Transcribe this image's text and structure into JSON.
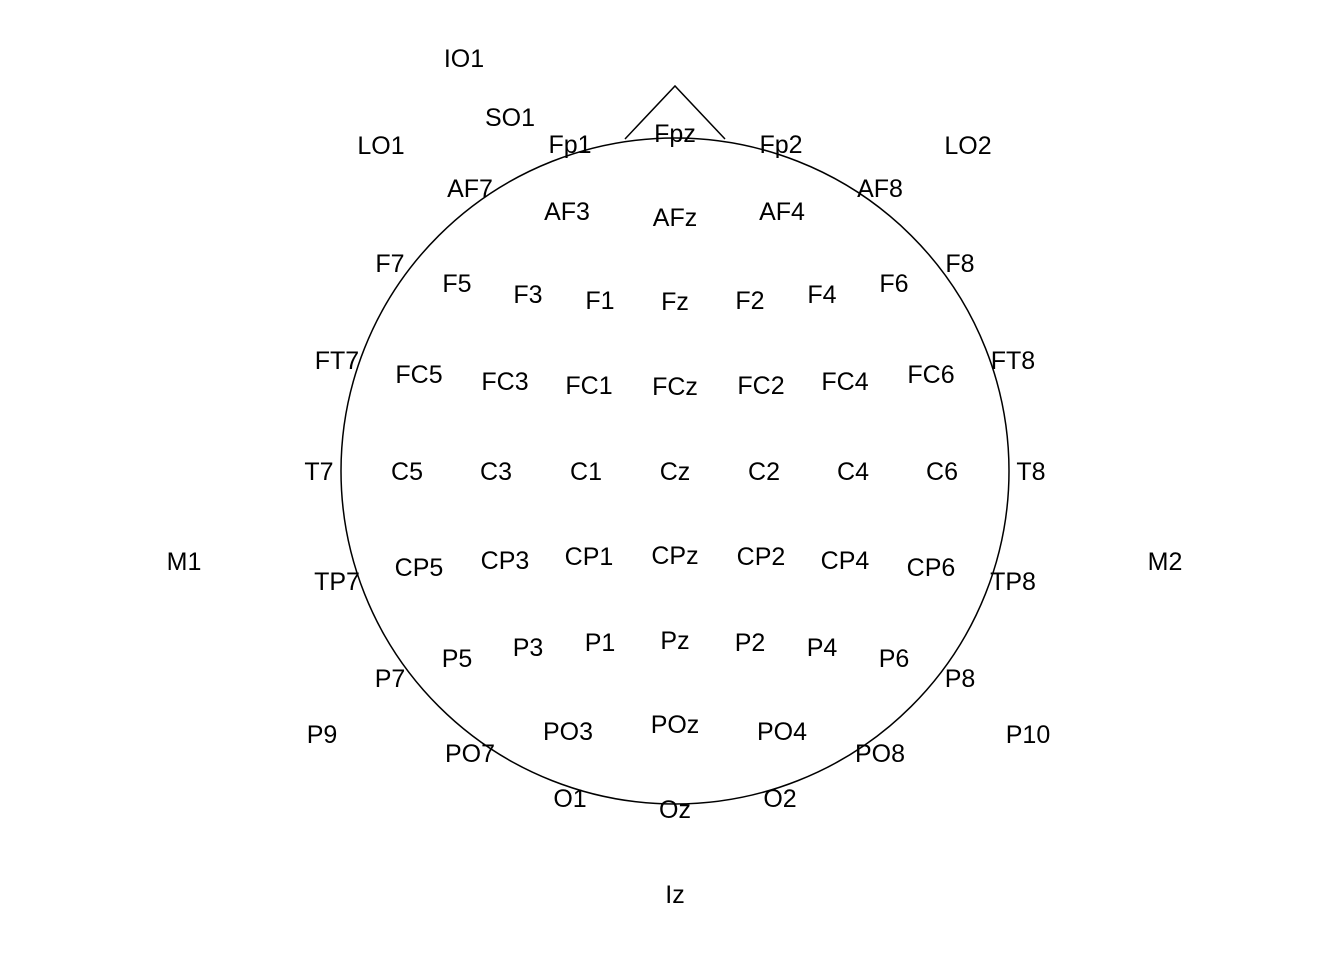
{
  "colors": {
    "background": "#ffffff",
    "stroke": "#000000",
    "text": "#000000"
  },
  "electrodes": [
    "IO1",
    "SO1",
    "LO1",
    "Fp1",
    "Fpz",
    "Fp2",
    "LO2",
    "AF7",
    "AF3",
    "AFz",
    "AF4",
    "AF8",
    "F7",
    "F5",
    "F3",
    "F1",
    "Fz",
    "F2",
    "F4",
    "F6",
    "F8",
    "FT7",
    "FC5",
    "FC3",
    "FC1",
    "FCz",
    "FC2",
    "FC4",
    "FC6",
    "FT8",
    "T7",
    "C5",
    "C3",
    "C1",
    "Cz",
    "C2",
    "C4",
    "C6",
    "T8",
    "M1",
    "TP7",
    "CP5",
    "CP3",
    "CP1",
    "CPz",
    "CP2",
    "CP4",
    "CP6",
    "TP8",
    "M2",
    "P7",
    "P5",
    "P3",
    "P1",
    "Pz",
    "P2",
    "P4",
    "P6",
    "P8",
    "P9",
    "PO7",
    "PO3",
    "POz",
    "PO4",
    "PO8",
    "P10",
    "O1",
    "Oz",
    "O2",
    "Iz"
  ]
}
